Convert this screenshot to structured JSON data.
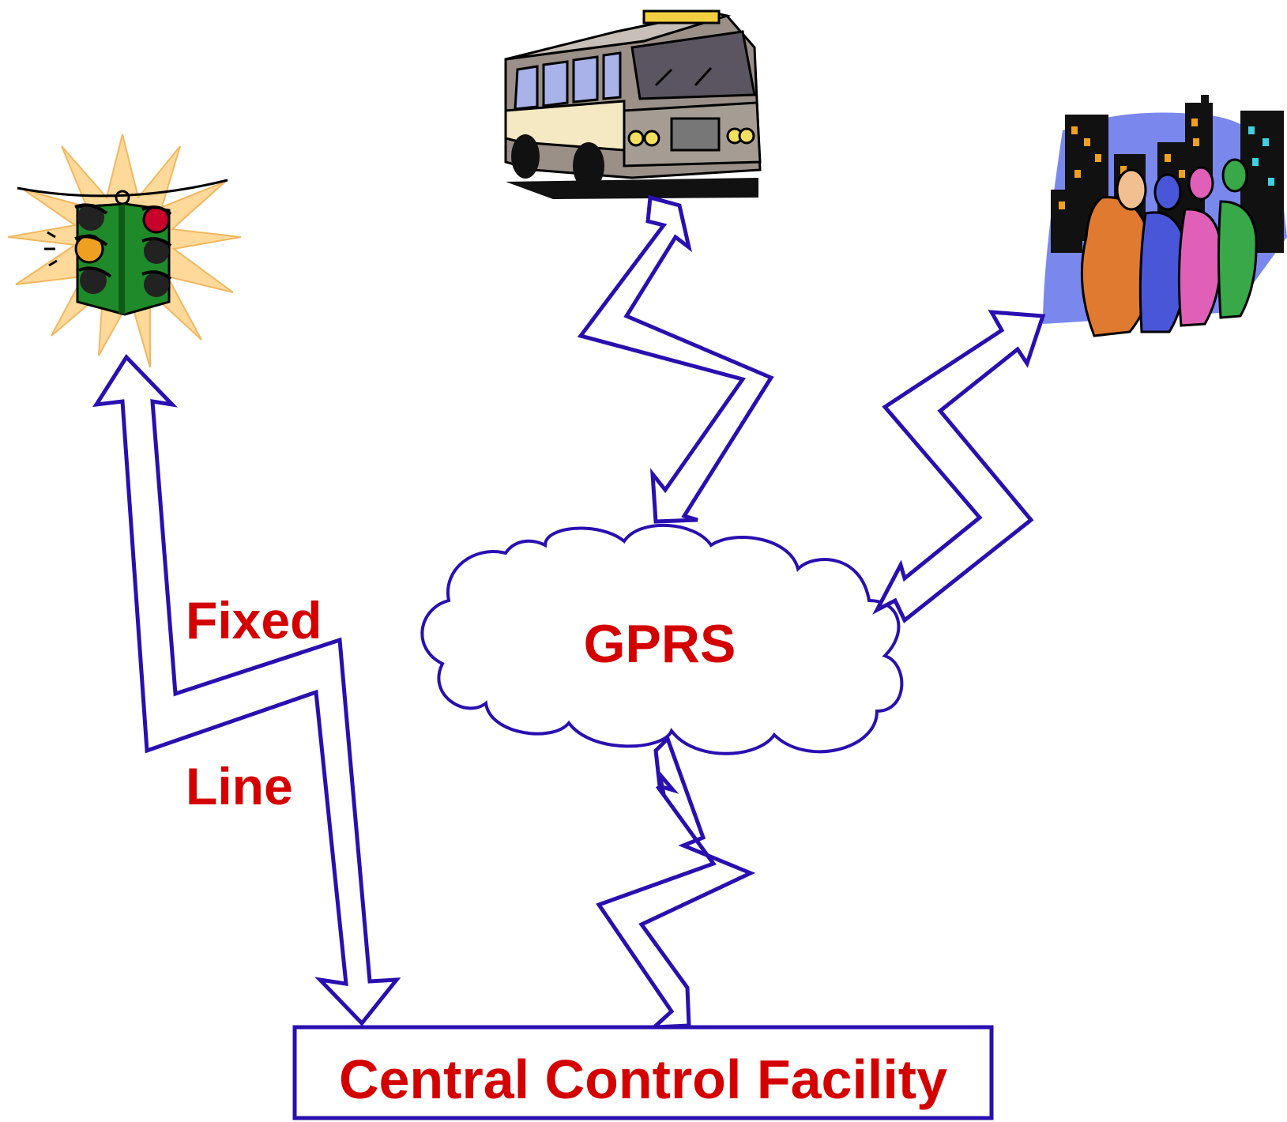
{
  "labels": {
    "fixed": "Fixed",
    "line": "Line",
    "gprs": "GPRS",
    "central": "Central Control Facility"
  },
  "icons": {
    "traffic_light": "traffic-light-icon",
    "bus": "bus-icon",
    "people": "people-city-icon",
    "cloud": "cloud-icon"
  },
  "colors": {
    "arrow_stroke": "#2a0fb0",
    "label_text": "#d40000",
    "box_stroke": "#2a0fb0"
  }
}
